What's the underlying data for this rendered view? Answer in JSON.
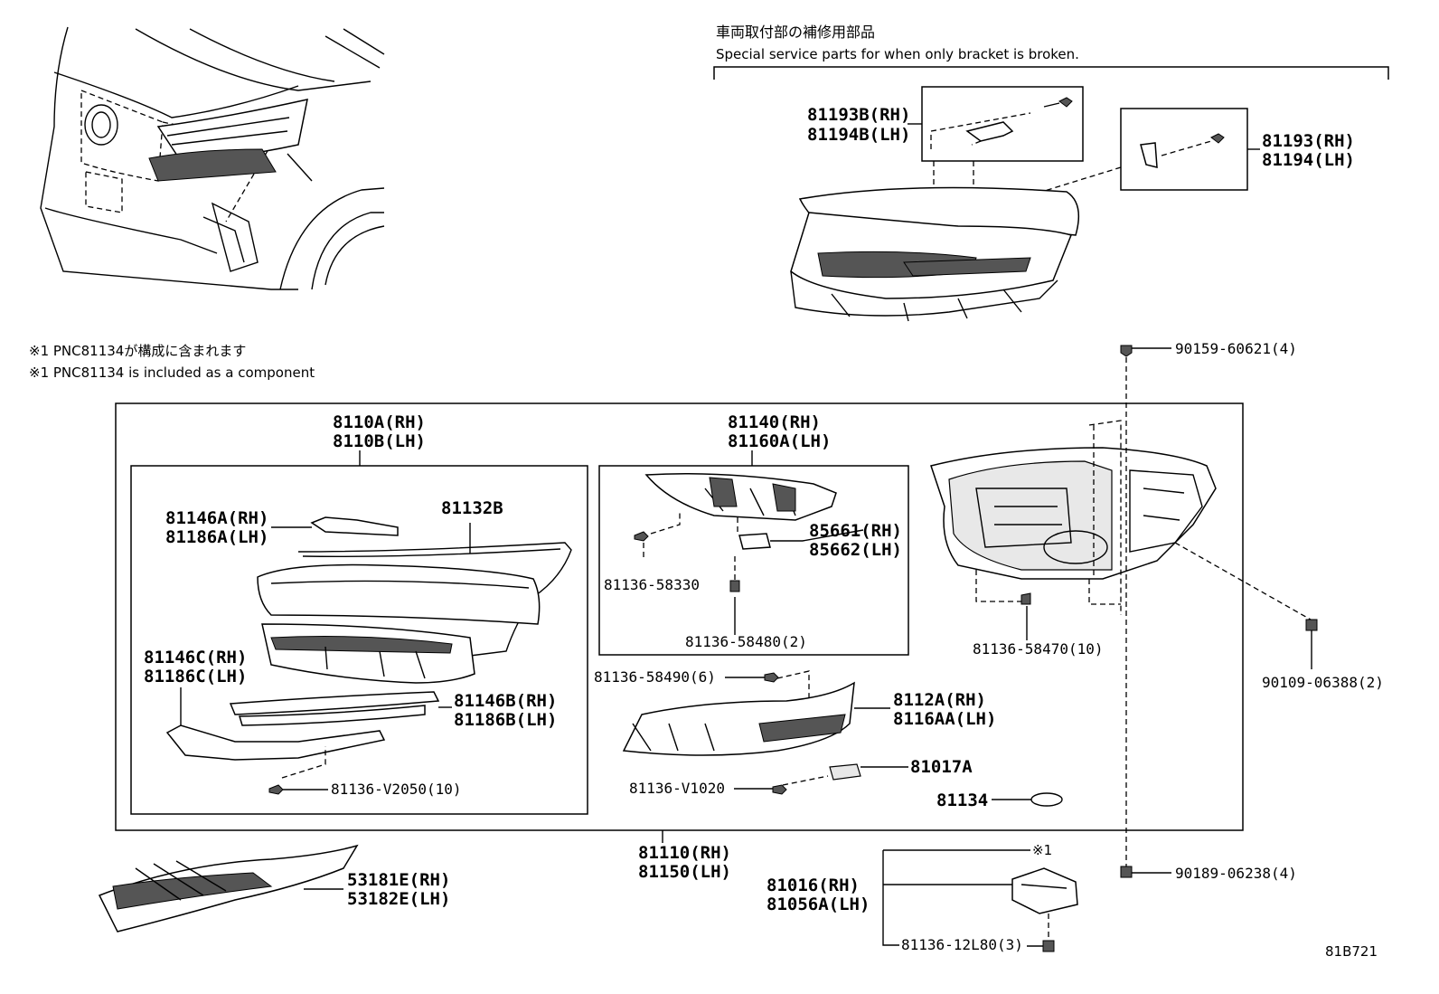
{
  "header": {
    "jp_title": "車両取付部の補修用部品",
    "en_title": "Special service parts for when only bracket is broken."
  },
  "notes": {
    "jp": "※1 PNC81134が構成に含まれます",
    "en": "※1 PNC81134 is included as a component"
  },
  "footnote_mark": "※1",
  "diagram_code": "81B721",
  "parts": {
    "p81193B": "81193B(RH)",
    "p81194B": "81194B(LH)",
    "p81193": "81193(RH)",
    "p81194": "81194(LH)",
    "p90159": "90159-60621(4)",
    "p8110A": "8110A(RH)",
    "p8110B": "8110B(LH)",
    "p81140": "81140(RH)",
    "p81160A": "81160A(LH)",
    "p81146A": "81146A(RH)",
    "p81186A": "81186A(LH)",
    "p81132B": "81132B",
    "p85661": "85661(RH)",
    "p85662": "85662(LH)",
    "p81136_58330": "81136-58330",
    "p81136_58480": "81136-58480(2)",
    "p81136_58470": "81136-58470(10)",
    "p90109": "90109-06388(2)",
    "p81146C": "81146C(RH)",
    "p81186C": "81186C(LH)",
    "p81146B": "81146B(RH)",
    "p81186B": "81186B(LH)",
    "p81136_V2050": "81136-V2050(10)",
    "p81136_58490": "81136-58490(6)",
    "p8112A": "8112A(RH)",
    "p8116AA": "8116AA(LH)",
    "p81017A": "81017A",
    "p81136_V1020": "81136-V1020",
    "p81134": "81134",
    "p81110": "81110(RH)",
    "p81150": "81150(LH)",
    "p53181E": "53181E(RH)",
    "p53182E": "53182E(LH)",
    "p81016": "81016(RH)",
    "p81056A": "81056A(LH)",
    "p81136_12L80": "81136-12L80(3)",
    "p90189": "90189-06238(4)"
  }
}
